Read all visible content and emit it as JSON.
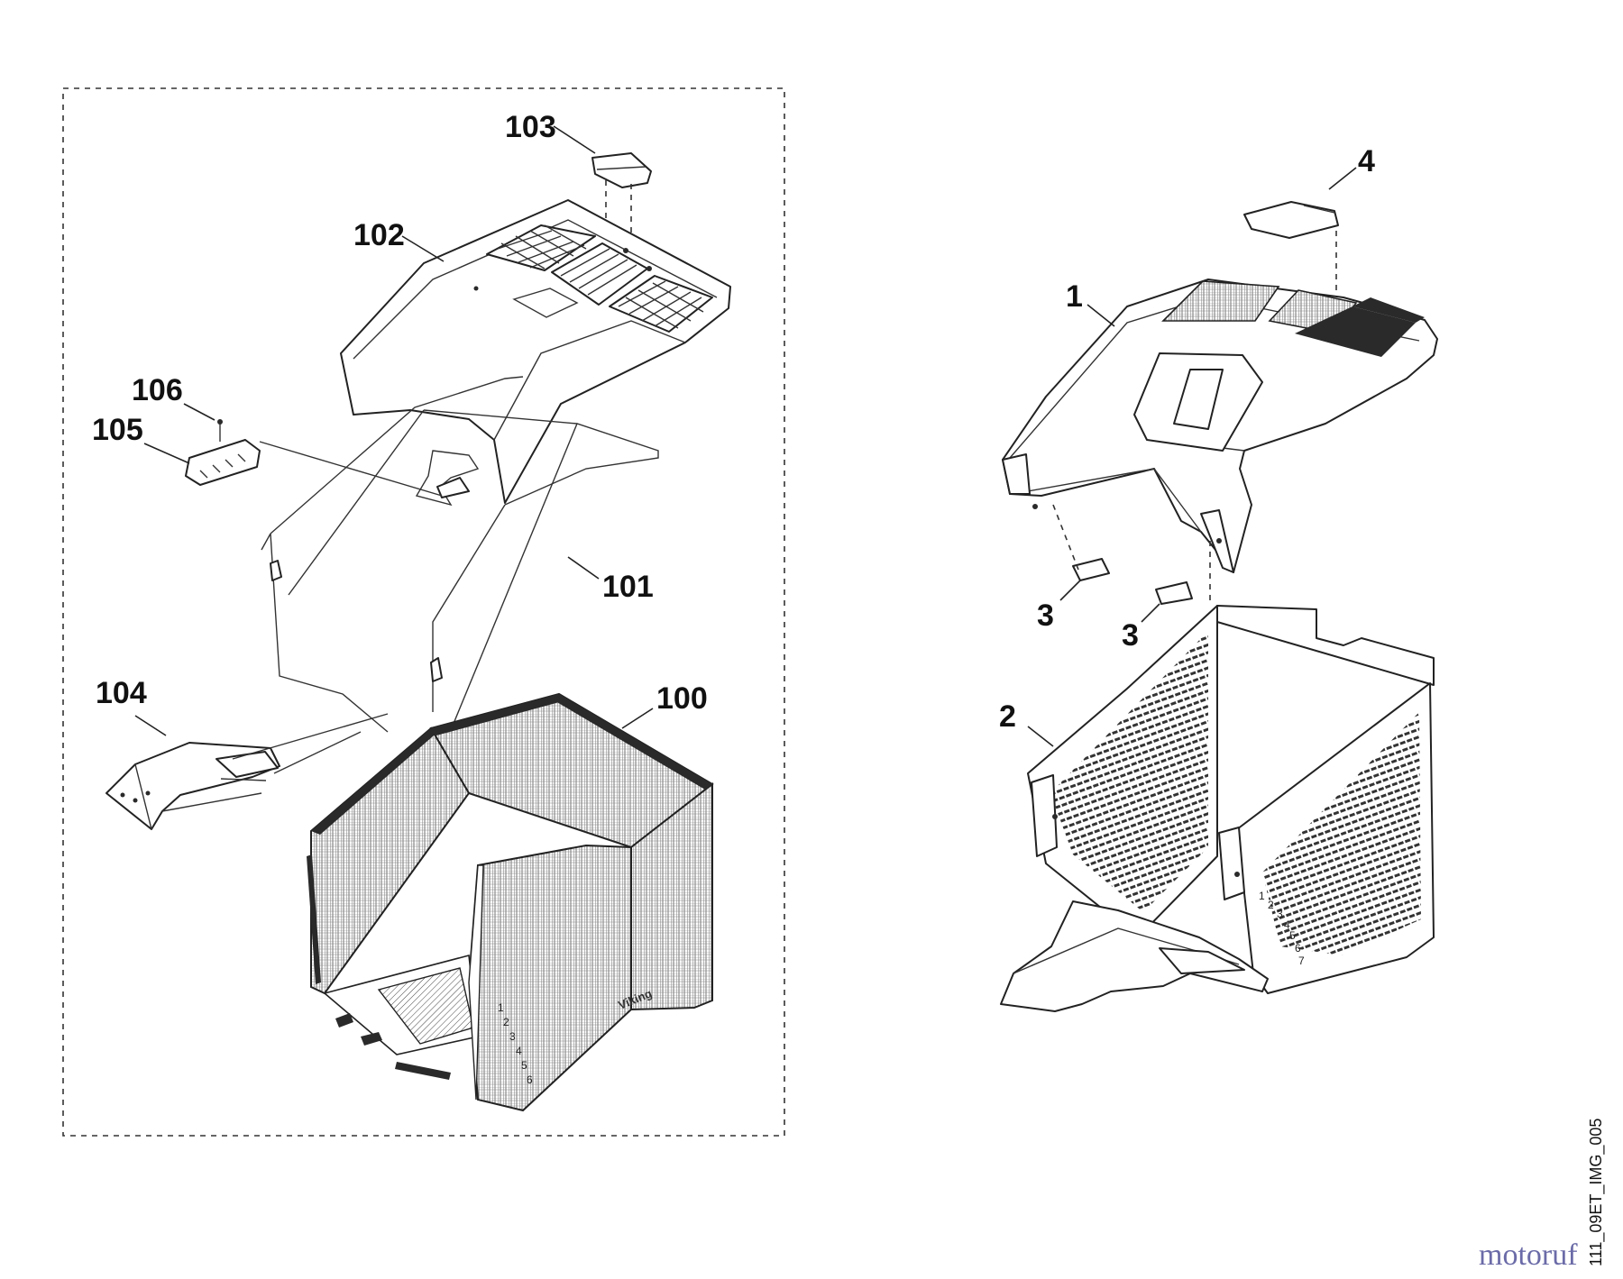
{
  "callouts": {
    "n100": "100",
    "n101": "101",
    "n102": "102",
    "n103": "103",
    "n104": "104",
    "n105": "105",
    "n106": "106",
    "n1": "1",
    "n2": "2",
    "n3a": "3",
    "n3b": "3",
    "n4": "4"
  },
  "scale_marks_left": [
    "1",
    "2",
    "3",
    "4",
    "5",
    "6"
  ],
  "scale_marks_right": [
    "1",
    "2",
    "3",
    "4",
    "5",
    "6",
    "7"
  ],
  "basket_logo": "Viking",
  "image_code": "111_09ET_IMG_005",
  "watermark": "motoruf"
}
